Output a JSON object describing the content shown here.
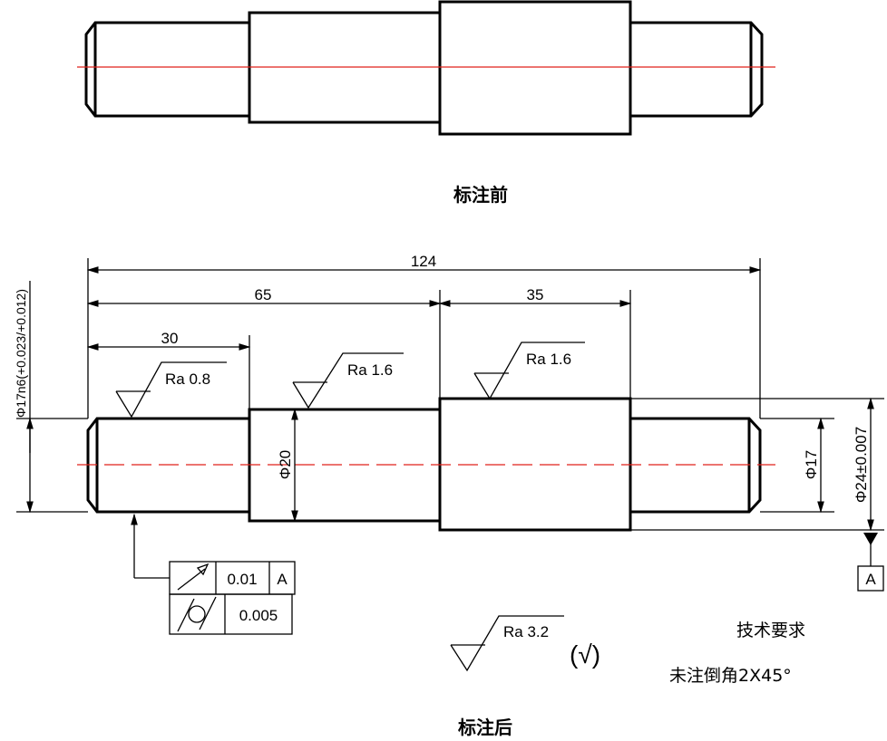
{
  "captions": {
    "before": "标注前",
    "after": "标注后"
  },
  "dimensions": {
    "total": "124",
    "d65": "65",
    "d35": "35",
    "d30": "30",
    "left_dia": "Φ17n6(+0.023/+0.012)",
    "mid_dia": "Φ20",
    "right_dia": "Φ17",
    "big_dia": "Φ24±0.007"
  },
  "roughness": {
    "r1": "Ra 0.8",
    "r2": "Ra 1.6",
    "r3": "Ra 1.6",
    "general": "Ra 3.2",
    "general_suffix": "(√)"
  },
  "tolerance_frame": {
    "row1": {
      "symbol": "circular-runout",
      "value": "0.01",
      "datum": "A"
    },
    "row2": {
      "symbol": "cylindricity",
      "value": "0.005"
    }
  },
  "datum": "A",
  "notes": {
    "title": "技术要求",
    "line1": "未注倒角2X45°"
  },
  "colors": {
    "centerline": "#e0201a",
    "outline": "#000000"
  }
}
